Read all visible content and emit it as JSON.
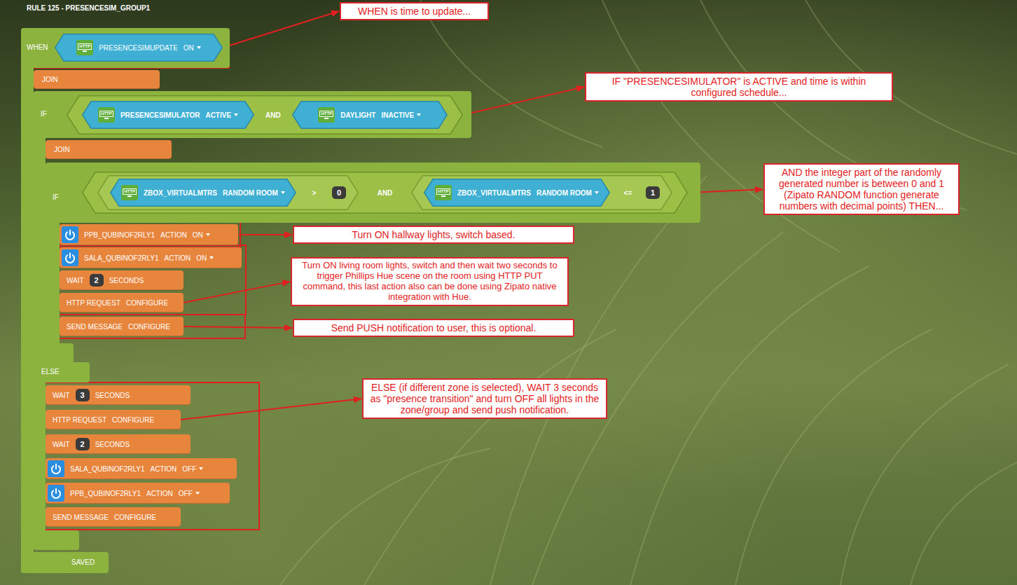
{
  "diagram": {
    "title": "RULE 125 - PRESENCESIM_GROUP1",
    "nodes": [
      {
        "text": [
          "WHEN",
          "SAVED"
        ]
      },
      {
        "text": [
          "HTTP",
          "PRESENCESIMUPDATE",
          "ON"
        ],
        "in": 0
      },
      {
        "text": [
          "JOIN"
        ],
        "in": 0
      },
      {
        "text": [
          "IF",
          "ELSE"
        ],
        "in": 0
      },
      {
        "text": [
          "AND"
        ],
        "in": 3
      },
      {
        "text": [
          "HTTP",
          "PRESENCESIMULATOR",
          "ACTIVE"
        ],
        "in": 4
      },
      {
        "text": [
          "HTTP",
          "DAYLIGHT",
          "INACTIVE"
        ],
        "in": 4
      },
      {
        "text": [
          "JOIN"
        ],
        "in": 3
      },
      {
        "text": [
          "IF"
        ],
        "in": 3
      },
      {
        "text": [
          "AND"
        ],
        "in": 8
      },
      {
        "text": [
          ">"
        ],
        "in": 9
      },
      {
        "text": [
          "HTTP",
          "ZBOX_VIRTUALMTRS",
          "RANDOM ROOM"
        ],
        "in": 10
      },
      {
        "text": [
          "0"
        ],
        "in": 10
      },
      {
        "text": [
          "<="
        ],
        "in": 9
      },
      {
        "text": [
          "HTTP",
          "ZBOX_VIRTUALMTRS",
          "RANDOM ROOM"
        ],
        "in": 13
      },
      {
        "text": [
          "1"
        ],
        "in": 13
      },
      {
        "text": [
          "PPB_QUBINOF2RLY1",
          "ACTION",
          "ON"
        ],
        "in": 8
      },
      {
        "text": [
          "SALA_QUBINOF2RLY1",
          "ACTION",
          "ON"
        ],
        "in": 8
      },
      {
        "text": [
          "WAIT",
          "SECONDS"
        ],
        "in": 8
      },
      {
        "text": [
          "2"
        ],
        "in": 18
      },
      {
        "text": [
          "HTTP REQUEST",
          "CONFIGURE"
        ],
        "in": 8
      },
      {
        "text": [
          "SEND MESSAGE",
          "CONFIGURE"
        ],
        "in": 8
      },
      {
        "text": [
          "WAIT",
          "SECONDS"
        ],
        "in": 3
      },
      {
        "text": [
          "3"
        ],
        "in": 22
      },
      {
        "text": [
          "HTTP REQUEST",
          "CONFIGURE"
        ],
        "in": 3
      },
      {
        "text": [
          "WAIT",
          "SECONDS"
        ],
        "in": 3
      },
      {
        "text": [
          "2"
        ],
        "in": 25
      },
      {
        "text": [
          "SALA_QUBINOF2RLY1",
          "ACTION",
          "OFF"
        ],
        "in": 3
      },
      {
        "text": [
          "PPB_QUBINOF2RLY1",
          "ACTION",
          "OFF"
        ],
        "in": 3
      },
      {
        "text": [
          "SEND MESSAGE",
          "CONFIGURE"
        ],
        "in": 3
      },
      {
        "text": [
          "WHEN is time to update..."
        ]
      },
      {
        "text": [
          "IF \"PRESENCESIMULATOR\" is ACTIVE and time is within configured schedule..."
        ]
      },
      {
        "text": [
          "AND the integer part of the randomly generated number is between 0 and 1 (Zipato RANDOM function generate numbers with decimal points) THEN..."
        ]
      },
      {
        "text": [
          "Turn ON hallway lights, switch based."
        ]
      },
      {
        "text": [
          "Turn ON living room lights, switch and then wait two seconds to trigger Phillips Hue scene on the room using HTTP PUT command, this last action also can be done using Zipato native integration with Hue."
        ]
      },
      {
        "text": [
          "Send PUSH notification to user, this is optional."
        ]
      },
      {
        "text": [
          "ELSE (if different zone is selected), WAIT 3 seconds as \"presence transition\" and turn OFF all lights in the zone/group and send push notification."
        ]
      }
    ],
    "edges": [
      {
        "from": 1,
        "to": 30,
        "arrow": "to"
      },
      {
        "from": 4,
        "to": 31,
        "arrow": "to"
      },
      {
        "from": 9,
        "to": 32,
        "arrow": "to"
      },
      {
        "from": 16,
        "to": 33,
        "arrow": "to"
      },
      {
        "from": 20,
        "to": 34,
        "arrow": "to"
      },
      {
        "from": 21,
        "to": 35,
        "arrow": "to"
      },
      {
        "from": 24,
        "to": 36,
        "arrow": "to"
      }
    ]
  }
}
